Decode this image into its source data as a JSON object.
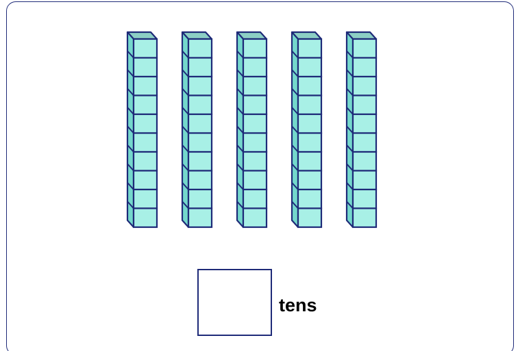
{
  "tens_rods": {
    "count": 5,
    "cubes_per_rod": 10,
    "colors": {
      "front": "#a8f0e6",
      "side": "#74d8cc",
      "top": "#8ccfc4",
      "stroke": "#1e2a78"
    }
  },
  "answer": {
    "value": "",
    "unit_label": "tens"
  }
}
